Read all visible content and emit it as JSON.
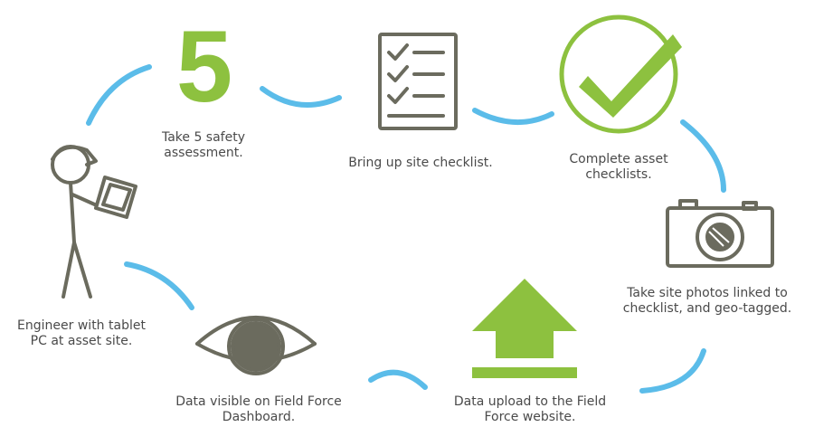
{
  "colors": {
    "green": "#8dc13f",
    "grey": "#6b6b5e",
    "blue": "#5bbce9",
    "text": "#4a4a4a"
  },
  "icons": [
    "person-with-tablet-icon",
    "number-five-icon",
    "checklist-icon",
    "check-circle-icon",
    "camera-icon",
    "upload-arrow-icon",
    "eye-icon"
  ],
  "five_glyph": "5",
  "steps": {
    "engineer": "Engineer with tablet\nPC at asset site.",
    "take5": "Take 5 safety\nassessment.",
    "checklist": "Bring up site checklist.",
    "complete": "Complete asset\nchecklists.",
    "photos": "Take site photos linked to\nchecklist, and geo-tagged.",
    "upload": "Data upload to the Field\nForce website.",
    "dashboard": "Data visible on Field Force\nDashboard."
  }
}
